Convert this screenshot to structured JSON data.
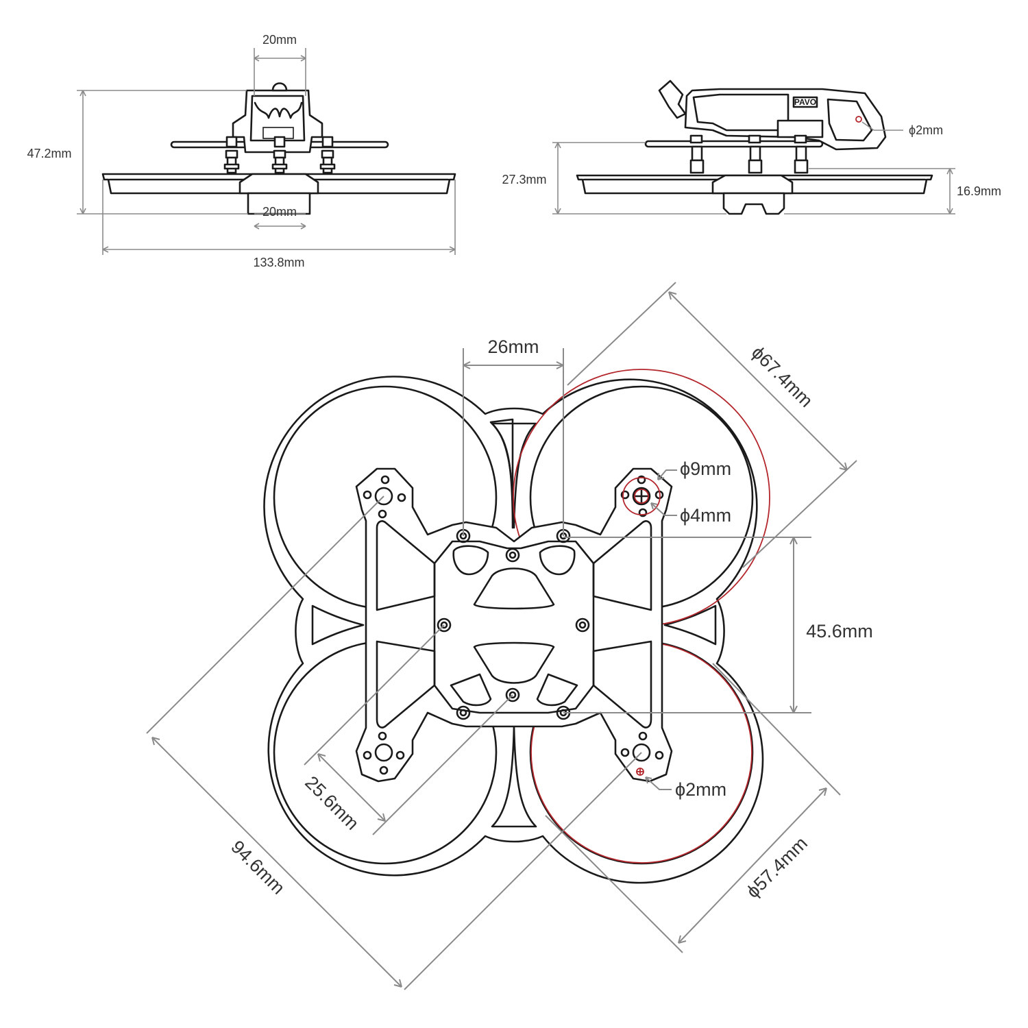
{
  "colors": {
    "outline": "#1a1a1a",
    "dimension": "#8a8a8a",
    "highlight": "#b3262c",
    "text": "#333333"
  },
  "front_view": {
    "top_width": "20mm",
    "bottom_width": "20mm",
    "total_height": "47.2mm",
    "total_width": "133.8mm"
  },
  "side_view": {
    "brand": "PAVO",
    "hole": "ϕ2mm",
    "mount_height": "27.3mm",
    "duct_height": "16.9mm"
  },
  "top_view": {
    "motor_spacing": "26mm",
    "outer_duct_diameter": "ϕ67.4mm",
    "motor_outer": "ϕ9mm",
    "motor_inner": "ϕ4mm",
    "stack_spacing": "45.6mm",
    "diagonal_wheelbase": "94.6mm",
    "fc_mount": "25.6mm",
    "prop_diameter": "ϕ57.4mm",
    "bottom_hole": "ϕ2mm"
  }
}
